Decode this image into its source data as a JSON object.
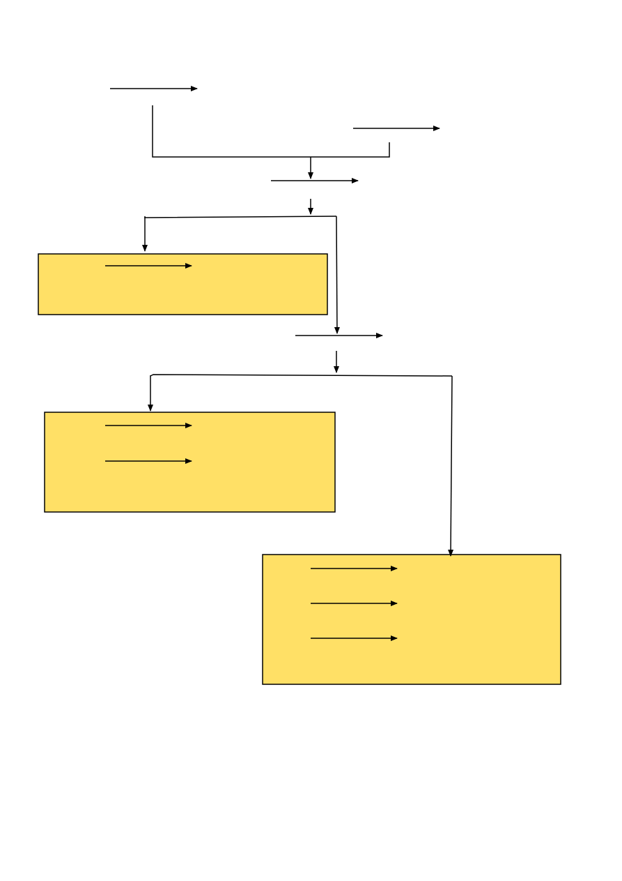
{
  "diagram": {
    "colors": {
      "line": "#000000",
      "panel_fill": "#FFE066",
      "panel_border": "#000000",
      "background": "#FFFFFF"
    },
    "panels": [
      {
        "id": "panel-1",
        "arrow_count": 1
      },
      {
        "id": "panel-2",
        "arrow_count": 2
      },
      {
        "id": "panel-3",
        "arrow_count": 3
      }
    ],
    "free_arrow_count": 4
  }
}
